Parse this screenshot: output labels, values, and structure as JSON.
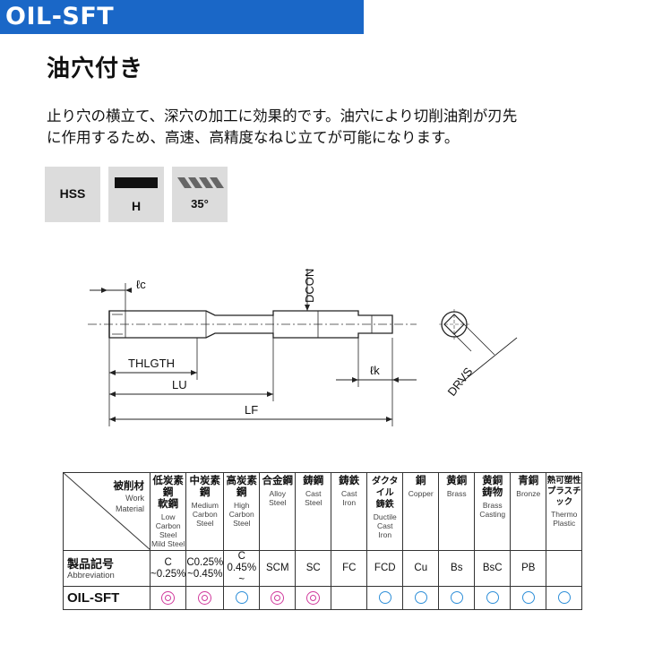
{
  "header": {
    "series": "OIL-SFT",
    "heading": "油穴付き"
  },
  "description": "止り穴の横立て、深穴の加工に効果的です。油穴により切削油剤が刃先\nに作用するため、高速、高精度なねじ立てが可能になります。",
  "spec_badges": [
    {
      "name": "material",
      "label": "HSS"
    },
    {
      "name": "coating",
      "label": "H"
    },
    {
      "name": "helix-angle",
      "label": "35°"
    }
  ],
  "drawing": {
    "labels": {
      "lc": "ℓc",
      "dcon": "DCON",
      "thlgth": "THLGTH",
      "lu": "LU",
      "lf": "LF",
      "lk": "ℓk",
      "drvs": "DRVS"
    }
  },
  "table": {
    "corner": {
      "work_jp": "被削材",
      "work_en1": "Work",
      "work_en2": "Material"
    },
    "product_label": {
      "jp": "製品記号",
      "en": "Abbreviation"
    },
    "product": "OIL-SFT",
    "columns": [
      {
        "jp": [
          "低炭素鋼",
          "軟鋼"
        ],
        "en": [
          "Low Carbon",
          "Steel",
          "Mild Steel"
        ],
        "abbr": [
          "C",
          "~0.25%"
        ],
        "mark": "double"
      },
      {
        "jp": [
          "中炭素鋼"
        ],
        "en": [
          "Medium",
          "Carbon",
          "Steel"
        ],
        "abbr": [
          "C0.25%",
          "~0.45%"
        ],
        "mark": "double"
      },
      {
        "jp": [
          "高炭素鋼"
        ],
        "en": [
          "High",
          "Carbon",
          "Steel"
        ],
        "abbr": [
          "C",
          "0.45% ~"
        ],
        "mark": "single"
      },
      {
        "jp": [
          "合金鋼"
        ],
        "en": [
          "Alloy",
          "Steel"
        ],
        "abbr": [
          "SCM"
        ],
        "mark": "double"
      },
      {
        "jp": [
          "鋳鋼"
        ],
        "en": [
          "Cast",
          "Steel"
        ],
        "abbr": [
          "SC"
        ],
        "mark": "double"
      },
      {
        "jp": [
          "鋳鉄"
        ],
        "en": [
          "Cast",
          "Iron"
        ],
        "abbr": [
          "FC"
        ],
        "mark": "none"
      },
      {
        "jp": [
          "ダクタイル",
          "鋳鉄"
        ],
        "en": [
          "Ductile",
          "Cast",
          "Iron"
        ],
        "abbr": [
          "FCD"
        ],
        "mark": "single"
      },
      {
        "jp": [
          "銅"
        ],
        "en": [
          "Copper"
        ],
        "abbr": [
          "Cu"
        ],
        "mark": "single"
      },
      {
        "jp": [
          "黄銅"
        ],
        "en": [
          "Brass"
        ],
        "abbr": [
          "Bs"
        ],
        "mark": "single"
      },
      {
        "jp": [
          "黄銅",
          "鋳物"
        ],
        "en": [
          "Brass",
          "Casting"
        ],
        "abbr": [
          "BsC"
        ],
        "mark": "single"
      },
      {
        "jp": [
          "青銅"
        ],
        "en": [
          "Bronze"
        ],
        "abbr": [
          "PB"
        ],
        "mark": "single"
      },
      {
        "jp": [
          "熱可塑性",
          "プラスチック"
        ],
        "en": [
          "Thermo",
          "Plastic"
        ],
        "abbr": [
          ""
        ],
        "mark": "single"
      }
    ]
  }
}
